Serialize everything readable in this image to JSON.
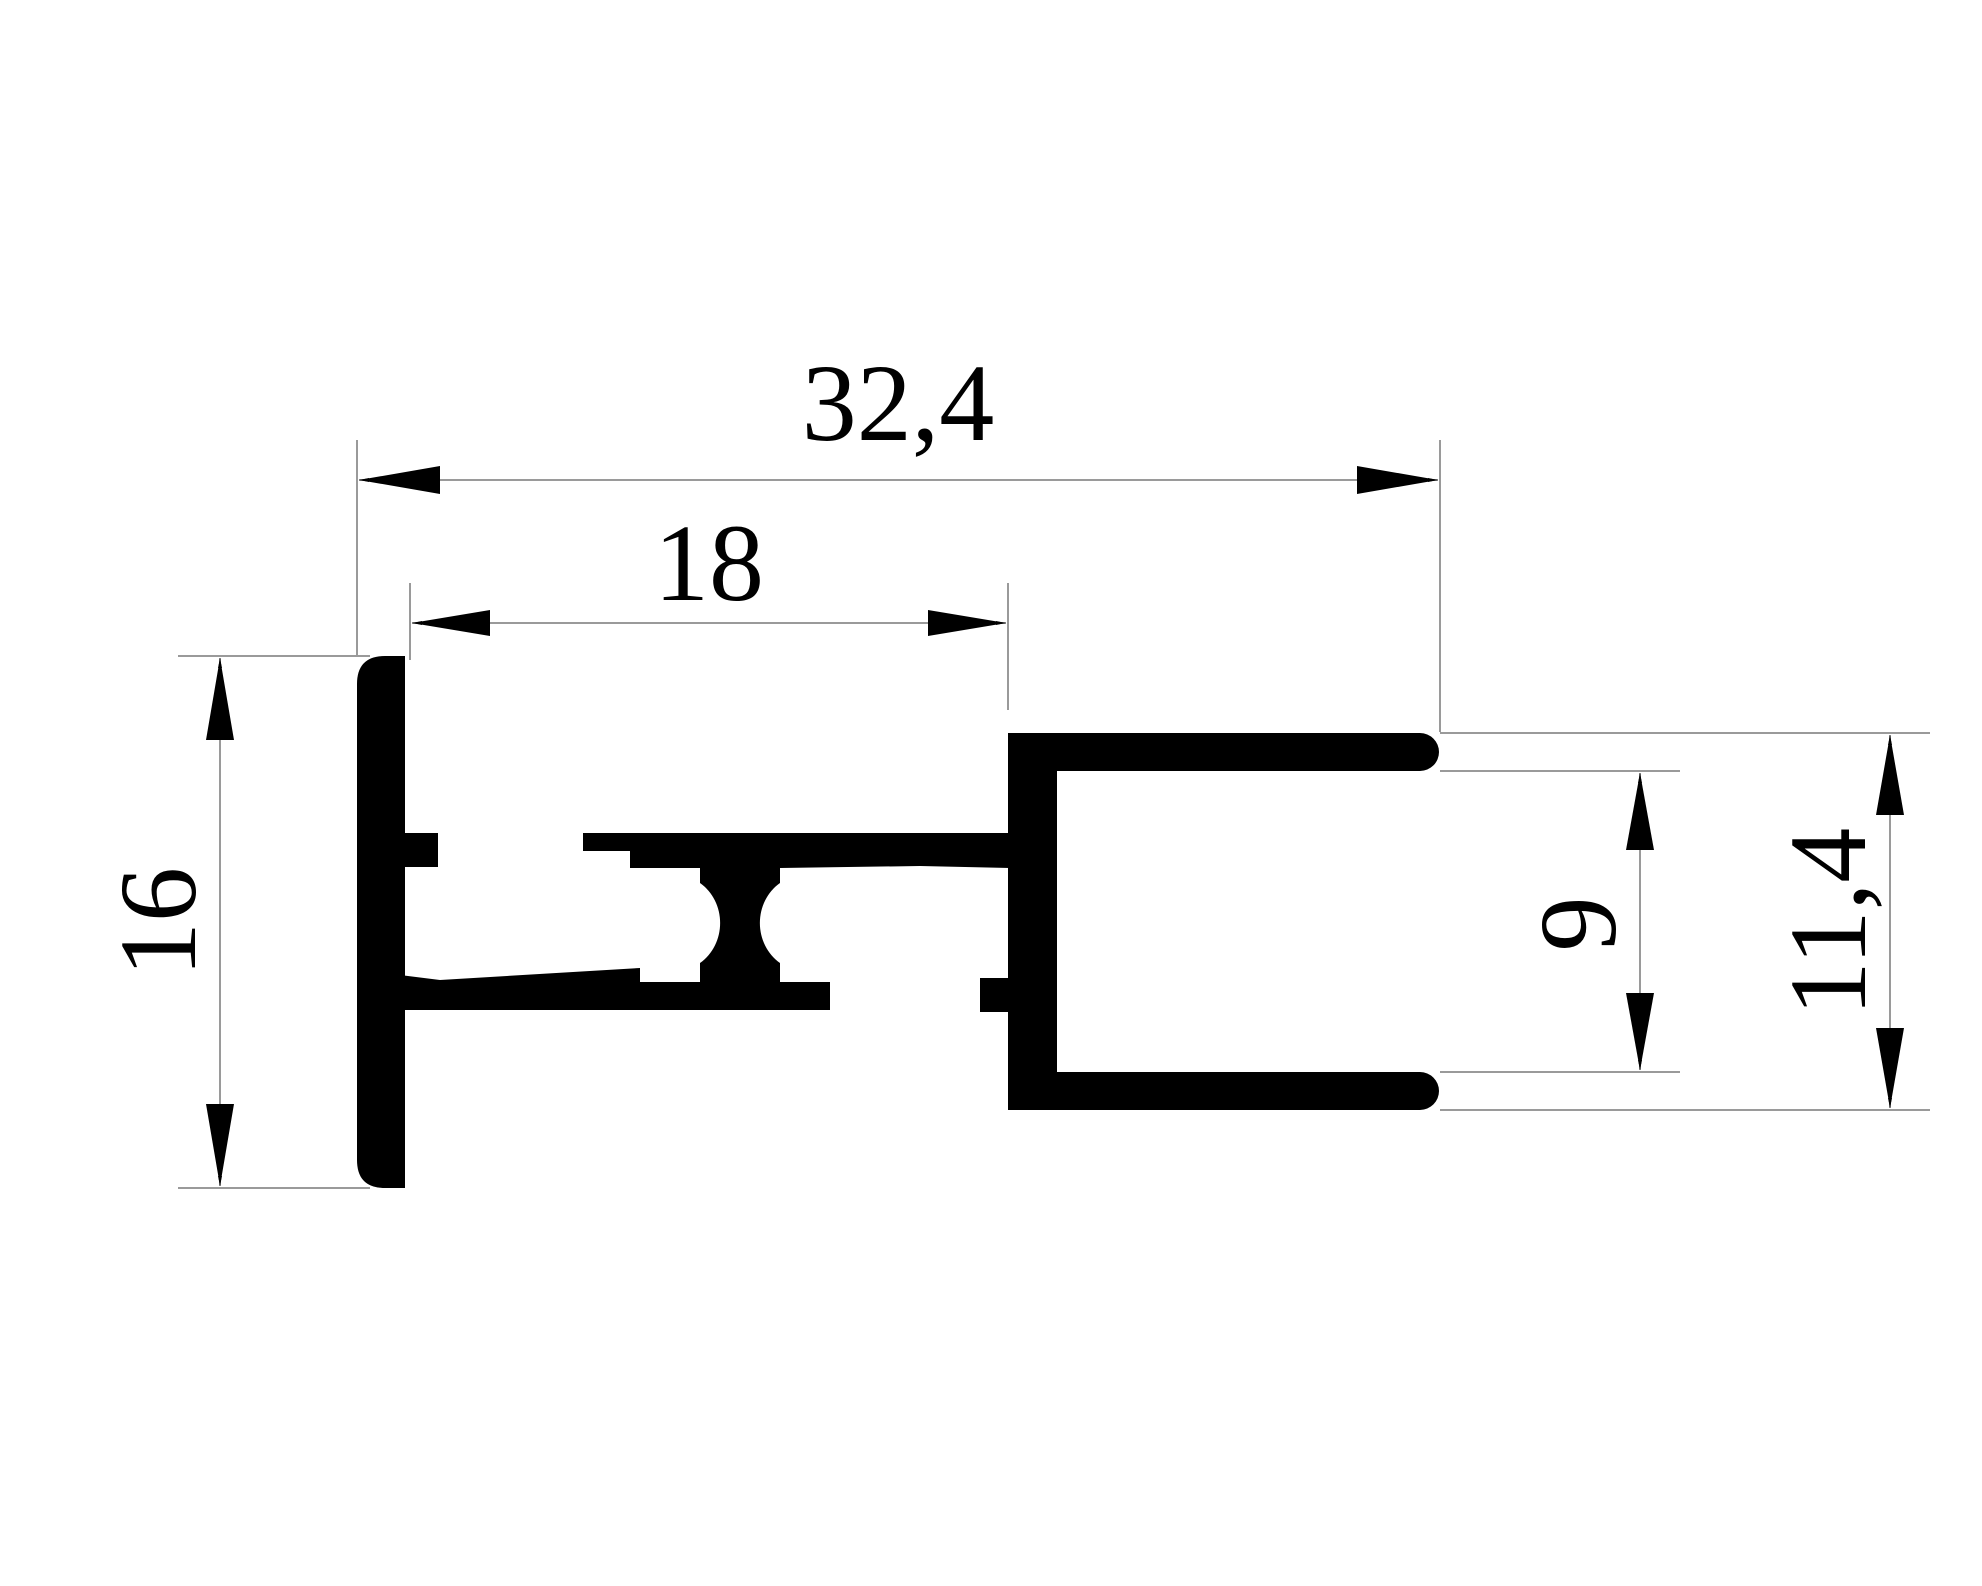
{
  "colors": {
    "profile": "#000000",
    "dimension_line": "#9a9a9a",
    "text": "#000000",
    "background": "#ffffff"
  },
  "dimensions": {
    "overall_width": "32,4",
    "inner_width": "18",
    "height": "16",
    "channel_inner": "9",
    "channel_outer": "11,4"
  }
}
